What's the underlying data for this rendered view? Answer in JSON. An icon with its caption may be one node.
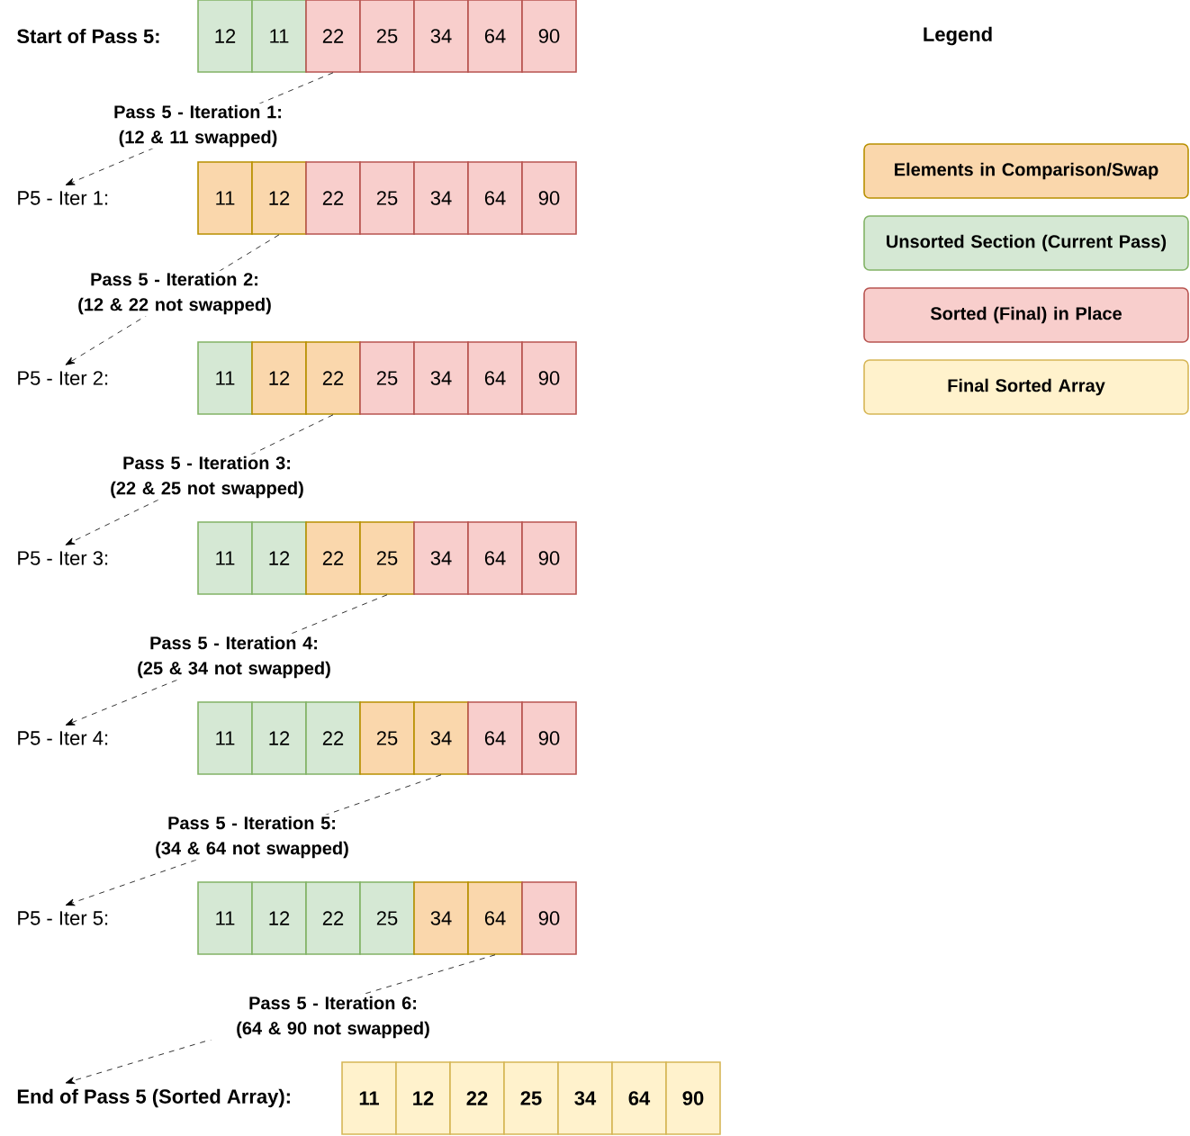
{
  "diagram": {
    "nodes": [
      {
        "text": [
          "**Start of Pass 5:**"
        ]
      },
      {
        "text": [
          "12"
        ]
      },
      {
        "text": [
          "11"
        ]
      },
      {
        "text": [
          "22"
        ]
      },
      {
        "text": [
          "25"
        ]
      },
      {
        "text": [
          "34"
        ]
      },
      {
        "text": [
          "64"
        ]
      },
      {
        "text": [
          "90"
        ]
      },
      {
        "text": [
          "P5 - Iter 1:"
        ]
      },
      {
        "text": [
          "11"
        ]
      },
      {
        "text": [
          "12"
        ]
      },
      {
        "text": [
          "22"
        ]
      },
      {
        "text": [
          "25"
        ]
      },
      {
        "text": [
          "34"
        ]
      },
      {
        "text": [
          "64"
        ]
      },
      {
        "text": [
          "90"
        ]
      },
      {
        "text": [
          "P5 - Iter 2:"
        ]
      },
      {
        "text": [
          "11"
        ]
      },
      {
        "text": [
          "12"
        ]
      },
      {
        "text": [
          "22"
        ]
      },
      {
        "text": [
          "25"
        ]
      },
      {
        "text": [
          "34"
        ]
      },
      {
        "text": [
          "64"
        ]
      },
      {
        "text": [
          "90"
        ]
      },
      {
        "text": [
          "P5 - Iter 3:"
        ]
      },
      {
        "text": [
          "11"
        ]
      },
      {
        "text": [
          "12"
        ]
      },
      {
        "text": [
          "22"
        ]
      },
      {
        "text": [
          "25"
        ]
      },
      {
        "text": [
          "34"
        ]
      },
      {
        "text": [
          "64"
        ]
      },
      {
        "text": [
          "90"
        ]
      },
      {
        "text": [
          "P5 - Iter 4:"
        ]
      },
      {
        "text": [
          "11"
        ]
      },
      {
        "text": [
          "12"
        ]
      },
      {
        "text": [
          "22"
        ]
      },
      {
        "text": [
          "25"
        ]
      },
      {
        "text": [
          "34"
        ]
      },
      {
        "text": [
          "64"
        ]
      },
      {
        "text": [
          "90"
        ]
      },
      {
        "text": [
          "P5 - Iter 5:"
        ]
      },
      {
        "text": [
          "11"
        ]
      },
      {
        "text": [
          "12"
        ]
      },
      {
        "text": [
          "22"
        ]
      },
      {
        "text": [
          "25"
        ]
      },
      {
        "text": [
          "34"
        ]
      },
      {
        "text": [
          "64"
        ]
      },
      {
        "text": [
          "90"
        ]
      },
      {
        "text": [
          "**End of Pass 5 (Sorted Array):**"
        ]
      },
      {
        "text": [
          "11"
        ]
      },
      {
        "text": [
          "12"
        ]
      },
      {
        "text": [
          "22"
        ]
      },
      {
        "text": [
          "25"
        ]
      },
      {
        "text": [
          "34"
        ]
      },
      {
        "text": [
          "64"
        ]
      },
      {
        "text": [
          "90"
        ]
      }
    ],
    "edges": [
      {
        "from": 3,
        "to": 8,
        "arrow": "to",
        "style": "dashed",
        "label": "Pass 5 - Iteration 1: (12 & 11 swapped)"
      },
      {
        "from": 10,
        "to": 16,
        "arrow": "to",
        "style": "dashed",
        "label": "Pass 5 - Iteration 2: (12 & 22 not swapped)"
      },
      {
        "from": 19,
        "to": 24,
        "arrow": "to",
        "style": "dashed",
        "label": "Pass 5 - Iteration 3: (22 & 25 not swapped)"
      },
      {
        "from": 28,
        "to": 32,
        "arrow": "to",
        "style": "dashed",
        "label": "Pass 5 - Iteration 4: (25 & 34 not swapped)"
      },
      {
        "from": 37,
        "to": 40,
        "arrow": "to",
        "style": "dashed",
        "label": "Pass 5 - Iteration 5: (34 & 64 not swapped)"
      },
      {
        "from": 46,
        "to": 48,
        "arrow": "to",
        "style": "dashed",
        "label": "Pass 5 - Iteration 6: (64 & 90 not swapped)"
      }
    ],
    "labels": [
      "Legend"
    ],
    "legend": [
      {
        "text": "Elements in Comparison/Swap",
        "color": "#fad7ac"
      },
      {
        "text": "Unsorted Section (Current Pass)",
        "color": "#d5e8d4"
      },
      {
        "text": "Sorted (Final) in Place",
        "color": "#f8cecc"
      },
      {
        "text": "Final Sorted Array",
        "color": "#fff2cc"
      }
    ]
  }
}
